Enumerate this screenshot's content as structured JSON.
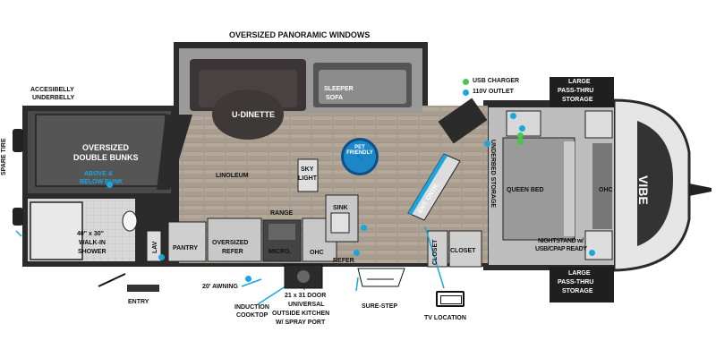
{
  "labels": {
    "windows": "OVERSIZED PANORAMIC WINDOWS",
    "underbelly_1": "ACCESIBELLY",
    "underbelly_2": "UNDERBELLY",
    "spare_tire": "SPARE TIRE",
    "bunks_1": "OVERSIZED",
    "bunks_2": "DOUBLE BUNKS",
    "above_below_1": "ABOVE &",
    "above_below_2": "BELOW BUNK",
    "shower_1": "40\" x 30\"",
    "shower_2": "WALK-IN",
    "shower_3": "SHOWER",
    "lav": "LAV",
    "pantry": "PANTRY",
    "refer_big_1": "OVERSIZED",
    "refer_big_2": "REFER",
    "micro": "MICRO.",
    "range": "RANGE",
    "ohc_kitchen": "OHC",
    "refer_small": "REFER",
    "sink": "SINK",
    "skylight_1": "SKY",
    "skylight_2": "LIGHT",
    "linoleum": "LINOLEUM",
    "dinette": "U-DINETTE",
    "sofa_1": "SLEEPER",
    "sofa_2": "SOFA",
    "pet_1": "PET",
    "pet_2": "FRIENDLY",
    "ent_center": "ENT. CNTR.",
    "closet_1": "CLOSET",
    "closet_2": "CLOSET",
    "underbed": "UNDERBED STORAGE",
    "queen_bed": "QUEEN BED",
    "ohc_bed": "OHC",
    "nightstand_1": "NIGHTSTAND w/",
    "nightstand_2": "USB/CPAP READY",
    "storage_top_1": "LARGE",
    "storage_top_2": "PASS-THRU",
    "storage_top_3": "STORAGE",
    "storage_bot_1": "LARGE",
    "storage_bot_2": "PASS-THRU",
    "storage_bot_3": "STORAGE",
    "awning": "20' AWNING",
    "entry": "ENTRY",
    "cooktop_1": "INDUCTION",
    "cooktop_2": "COOKTOP",
    "door_1": "21 x 31 DOOR",
    "door_2": "UNIVERSAL",
    "door_3": "OUTSIDE KITCHEN",
    "door_4": "W/ SPRAY PORT",
    "sure_step": "SURE-STEP",
    "tv_location": "TV LOCATION",
    "brand": "VIBE"
  },
  "legend": {
    "usb_charger": "USB CHARGER",
    "outlet_110v": "110V OUTLET",
    "usb_color": "#43c94b",
    "outlet_color": "#1aa7e0"
  },
  "colors": {
    "wall": "#2b2b2b",
    "floor": "#a59a8c",
    "storage_box": "#1f1f1f",
    "accent_blue": "#1aa7e0"
  }
}
